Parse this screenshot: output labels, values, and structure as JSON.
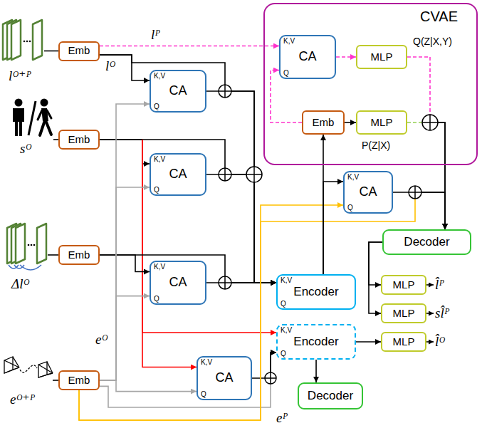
{
  "diagram": {
    "nodes": [
      {
        "text": [
          "Emb"
        ]
      },
      {
        "text": [
          "Emb"
        ]
      },
      {
        "text": [
          "Emb"
        ]
      },
      {
        "text": [
          "Emb"
        ]
      },
      {
        "text": [
          "K,V",
          "CA",
          "Q"
        ]
      },
      {
        "text": [
          "K,V",
          "CA",
          "Q"
        ]
      },
      {
        "text": [
          "K,V",
          "CA",
          "Q"
        ]
      },
      {
        "text": [
          "K,V",
          "CA",
          "Q"
        ]
      },
      {
        "text": [
          "CVAE"
        ]
      },
      {
        "text": [
          "K,V",
          "CA",
          "Q"
        ],
        "in": 8
      },
      {
        "text": [
          "MLP"
        ],
        "in": 8
      },
      {
        "text": [
          "Emb"
        ],
        "in": 8
      },
      {
        "text": [
          "MLP"
        ],
        "in": 8
      },
      {
        "text": [
          "K,V",
          "CA",
          "Q"
        ]
      },
      {
        "text": [
          "K,V",
          "Encoder",
          "Q"
        ]
      },
      {
        "text": [
          "K,V",
          "Encoder",
          "Q"
        ]
      },
      {
        "text": [
          "Decoder"
        ]
      },
      {
        "text": [
          "MLP"
        ]
      },
      {
        "text": [
          "MLP"
        ]
      },
      {
        "text": [
          "MLP"
        ]
      },
      {
        "text": [
          "Decoder"
        ]
      }
    ],
    "edges": [
      {
        "from": 0,
        "to": 9,
        "arrow": "to",
        "label": "lᴾ"
      },
      {
        "from": 0,
        "to": 4,
        "arrow": "to",
        "label": "lᴼ"
      },
      {
        "from": 0,
        "to": 14,
        "arrow": "to"
      },
      {
        "from": 1,
        "to": 5,
        "arrow": "to"
      },
      {
        "from": 1,
        "to": 14,
        "arrow": "to"
      },
      {
        "from": 1,
        "to": 7,
        "arrow": "to"
      },
      {
        "from": 1,
        "to": 15,
        "arrow": "to"
      },
      {
        "from": 2,
        "to": 6,
        "arrow": "to"
      },
      {
        "from": 2,
        "to": 14,
        "arrow": "to"
      },
      {
        "from": 3,
        "to": 4,
        "arrow": "to",
        "label": "eᴼ"
      },
      {
        "from": 3,
        "to": 5,
        "arrow": "to"
      },
      {
        "from": 3,
        "to": 6,
        "arrow": "to"
      },
      {
        "from": 3,
        "to": 7,
        "arrow": "to"
      },
      {
        "from": 3,
        "to": 15,
        "arrow": "to"
      },
      {
        "from": 4,
        "to": 14,
        "arrow": "to"
      },
      {
        "from": 5,
        "to": 14,
        "arrow": "to"
      },
      {
        "from": 6,
        "to": 14,
        "arrow": "to"
      },
      {
        "from": 7,
        "to": 15,
        "arrow": "to"
      },
      {
        "from": 3,
        "to": 13,
        "arrow": "to",
        "label": "eᴾ"
      },
      {
        "from": 3,
        "to": 16,
        "arrow": "to"
      },
      {
        "from": 9,
        "to": 10,
        "arrow": "to"
      },
      {
        "from": 11,
        "to": 9,
        "arrow": "to"
      },
      {
        "from": 11,
        "to": 12,
        "arrow": "to"
      },
      {
        "from": 10,
        "to": 16,
        "arrow": "to",
        "label": "Q(Z|X,Y)"
      },
      {
        "from": 12,
        "to": 16,
        "arrow": "to",
        "label": "P(Z|X)"
      },
      {
        "from": 14,
        "to": 11,
        "arrow": "to"
      },
      {
        "from": 14,
        "to": 13,
        "arrow": "to"
      },
      {
        "from": 13,
        "to": 16,
        "arrow": "to"
      },
      {
        "from": 16,
        "to": 17,
        "arrow": "to"
      },
      {
        "from": 16,
        "to": 18,
        "arrow": "to"
      },
      {
        "from": 15,
        "to": 19,
        "arrow": "to"
      },
      {
        "from": 15,
        "to": 20,
        "arrow": "to"
      }
    ],
    "labels": [
      "lᴼ⁺ᴾ",
      "sᴼ",
      "Δlᴼ",
      "eᴼ⁺ᴾ",
      "l̂ᴾ",
      "sl̂ᴾ",
      "l̂ᴼ"
    ]
  }
}
